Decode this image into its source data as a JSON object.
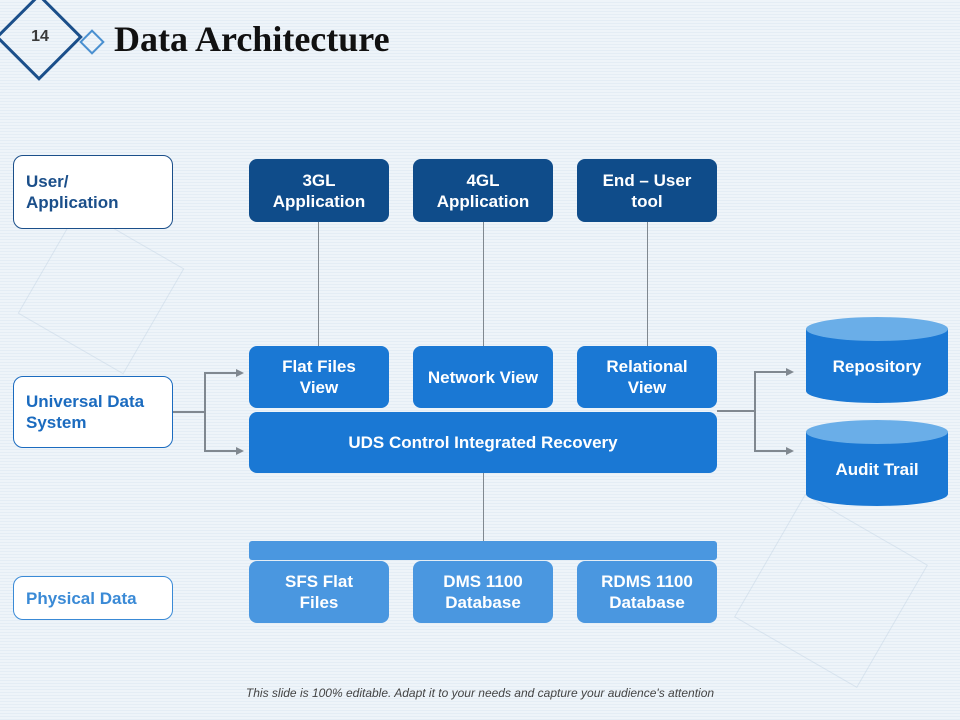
{
  "slide": {
    "number": "14",
    "title": "Data Architecture",
    "footer": "This slide is 100% editable. Adapt it to your needs and capture your audience's attention"
  },
  "layers": [
    {
      "label": "User/ Application",
      "color": "#1b4f8a"
    },
    {
      "label": "Universal Data System",
      "color": "#1b6bbf"
    },
    {
      "label": "Physical Data",
      "color": "#3a8ad6"
    }
  ],
  "user_apps": [
    "3GL Application",
    "4GL Application",
    "End – User tool"
  ],
  "views": [
    "Flat Files View",
    "Network View",
    "Relational View"
  ],
  "uds_control": "UDS Control Integrated Recovery",
  "physical": [
    "SFS Flat Files",
    "DMS 1100 Database",
    "RDMS 1100 Database"
  ],
  "storage": [
    "Repository",
    "Audit Trail"
  ],
  "colors": {
    "dark_box": "#0f4c8a",
    "mid_box": "#1a78d4",
    "light_box": "#4a97e0",
    "connector": "#808890"
  }
}
